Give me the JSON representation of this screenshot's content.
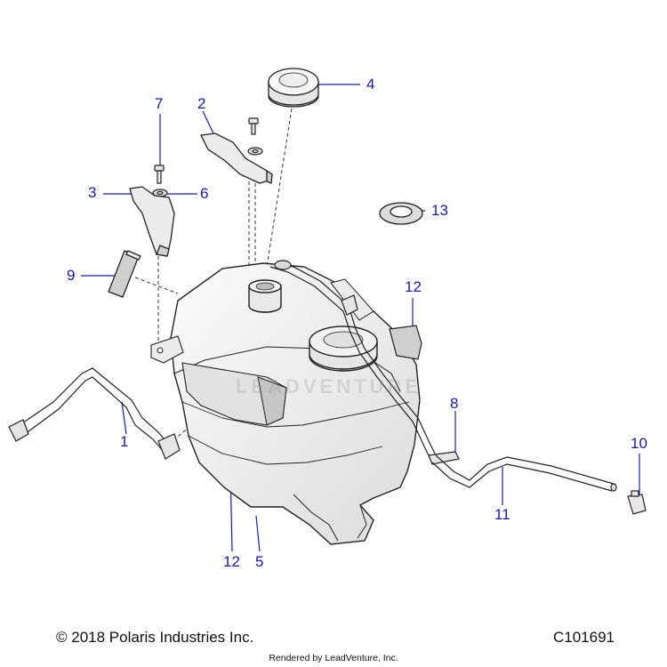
{
  "callouts": {
    "c1": "1",
    "c2": "2",
    "c3": "3",
    "c4": "4",
    "c5": "5",
    "c6": "6",
    "c7": "7",
    "c8": "8",
    "c9": "9",
    "c10": "10",
    "c11": "11",
    "c12_top": "12",
    "c12_bottom": "12",
    "c13": "13"
  },
  "footer": {
    "copyright": "© 2018 Polaris Industries Inc.",
    "diagram_id": "C101691",
    "render_credit": "Rendered by LeadVenture, Inc."
  },
  "watermark": "LEADVENTURE",
  "colors": {
    "callout": "#1a1aa6",
    "line_art": "#222222",
    "part_fill": "#f4f4f4",
    "shade": "#cfcfcf"
  }
}
